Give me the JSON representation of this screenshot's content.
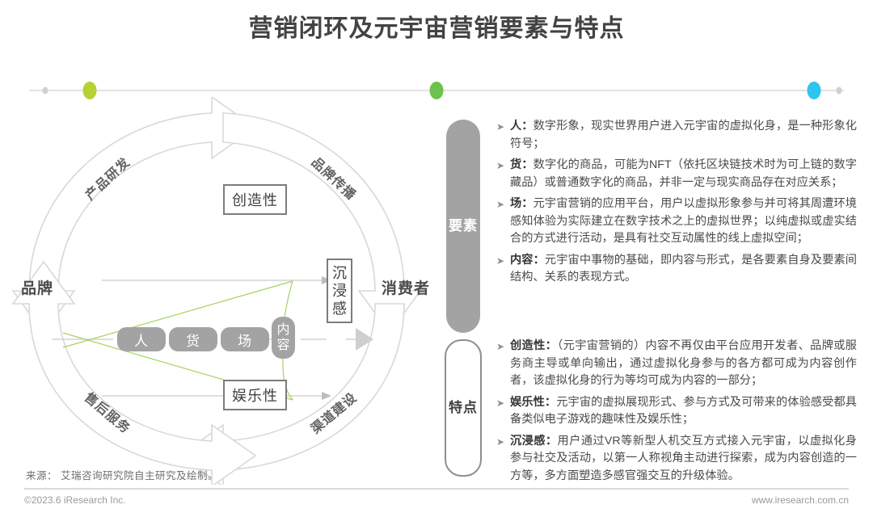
{
  "page": {
    "title": "营销闭环及元宇宙营销要素与特点",
    "accent_green": "#8cc63f",
    "accent_cyan": "#29c5f6",
    "accent_gray": "#cfcfcf",
    "body_gray": "#a3a3a3"
  },
  "dots": [
    {
      "name": "dot-left-small",
      "color": "#d0d0d0",
      "size": "tiny",
      "x_pct": 2.0
    },
    {
      "name": "dot-yellow-green",
      "color": "#b3d334",
      "size": "big",
      "x_pct": 7.4
    },
    {
      "name": "dot-green",
      "color": "#6cc24a",
      "size": "big",
      "x_pct": 50.0
    },
    {
      "name": "dot-cyan",
      "color": "#2dc5f0",
      "size": "big",
      "x_pct": 96.3
    },
    {
      "name": "dot-right-small",
      "color": "#d0d0d0",
      "size": "tiny",
      "x_pct": 99.4
    }
  ],
  "diagram": {
    "node_brand": "品牌",
    "node_consumer": "消费者",
    "arc_labels": {
      "top_left": "产品研发",
      "top_right": "品牌传播",
      "bottom_left": "售后服务",
      "bottom_right": "渠道建设"
    },
    "boxes": {
      "creativity": "创造性",
      "entertainment": "娱乐性",
      "immersion": "沉浸感"
    },
    "pills": {
      "people": "人",
      "goods": "货",
      "place": "场",
      "content": "内容"
    }
  },
  "sections": [
    {
      "name": "elements",
      "label": "要素",
      "style": "filled",
      "bullets": [
        {
          "term": "人：",
          "text": "数字形象，现实世界用户进入元宇宙的虚拟化身，是一种形象化符号；"
        },
        {
          "term": "货：",
          "text": "数字化的商品，可能为NFT（依托区块链技术时为可上链的数字藏品）或普通数字化的商品，并非一定与现实商品存在对应关系；"
        },
        {
          "term": "场：",
          "text": "元宇宙营销的应用平台，用户以虚拟形象参与并可将其周遭环境感知体验为实际建立在数字技术之上的虚拟世界；以纯虚拟或虚实结合的方式进行活动，是具有社交互动属性的线上虚拟空间；"
        },
        {
          "term": "内容：",
          "text": "元宇宙中事物的基础，即内容与形式，是各要素自身及要素间结构、关系的表现方式。"
        }
      ]
    },
    {
      "name": "features",
      "label": "特点",
      "style": "outline",
      "bullets": [
        {
          "term": "创造性：",
          "text": "（元宇宙营销的）内容不再仅由平台应用开发者、品牌或服务商主导或单向输出，通过虚拟化身参与的各方都可成为内容创作者，该虚拟化身的行为等均可成为内容的一部分；"
        },
        {
          "term": "娱乐性：",
          "text": "元宇宙的虚拟展现形式、参与方式及可带来的体验感受都具备类似电子游戏的趣味性及娱乐性；"
        },
        {
          "term": "沉浸感：",
          "text": "用户通过VR等新型人机交互方式接入元宇宙，以虚拟化身参与社交及活动，以第一人称视角主动进行探索，成为内容创造的一方等，多方面塑造多感官强交互的升级体验。"
        }
      ]
    }
  ],
  "footer": {
    "source": "来源： 艾瑞咨询研究院自主研究及绘制。",
    "copyright": "©2023.6 iResearch Inc.",
    "website": "www.iresearch.com.cn"
  }
}
